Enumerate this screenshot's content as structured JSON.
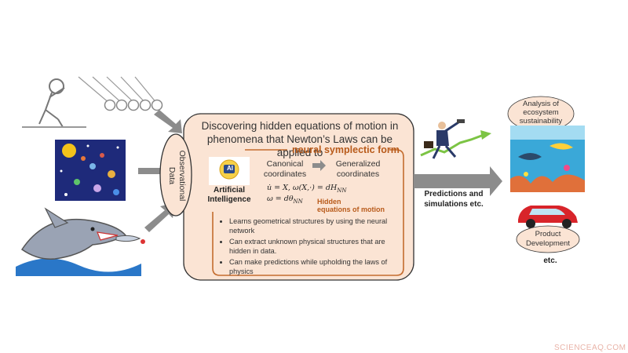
{
  "observational_label": "Observational\nData",
  "main_box": {
    "title_line1": "Discovering hidden equations of motion in",
    "title_line2": "phenomena that Newton’s Laws can be applied to",
    "subtitle": "neural symplectic form"
  },
  "ai": {
    "badge": "AI",
    "label_line1": "Artificial",
    "label_line2": "Intelligence"
  },
  "coordinates": {
    "canonical_line1": "Canonical",
    "canonical_line2": "coordinates",
    "generalized_line1": "Generalized",
    "generalized_line2": "coordinates"
  },
  "equations": {
    "eq1": "u̇ = X, ω(X,·) = dH",
    "eq1_sub": "NN",
    "eq2": "ω = dθ",
    "eq2_sub": "NN"
  },
  "hidden_label_line1": "Hidden",
  "hidden_label_line2": "equations of motion",
  "bullets": [
    "Learns geometrical structures by using the neural network",
    "Can extract unknown physical structures that are hidden in data.",
    "Can make predictions while upholding the laws of physics"
  ],
  "predictions_line1": "Predictions and",
  "predictions_line2": "simulations etc.",
  "analysis": {
    "line1": "Analysis of",
    "line2": "ecosystem",
    "line3": "sustainability"
  },
  "product": {
    "line1": "Product",
    "line2": "Development"
  },
  "etc": "etc.",
  "watermark": "SCIENCEAQ.COM",
  "colors": {
    "box_fill": "#fbe4d4",
    "accent": "#b85a1a",
    "arrow_gray": "#8c8c8c",
    "oval_fill": "#fbe4d4"
  }
}
